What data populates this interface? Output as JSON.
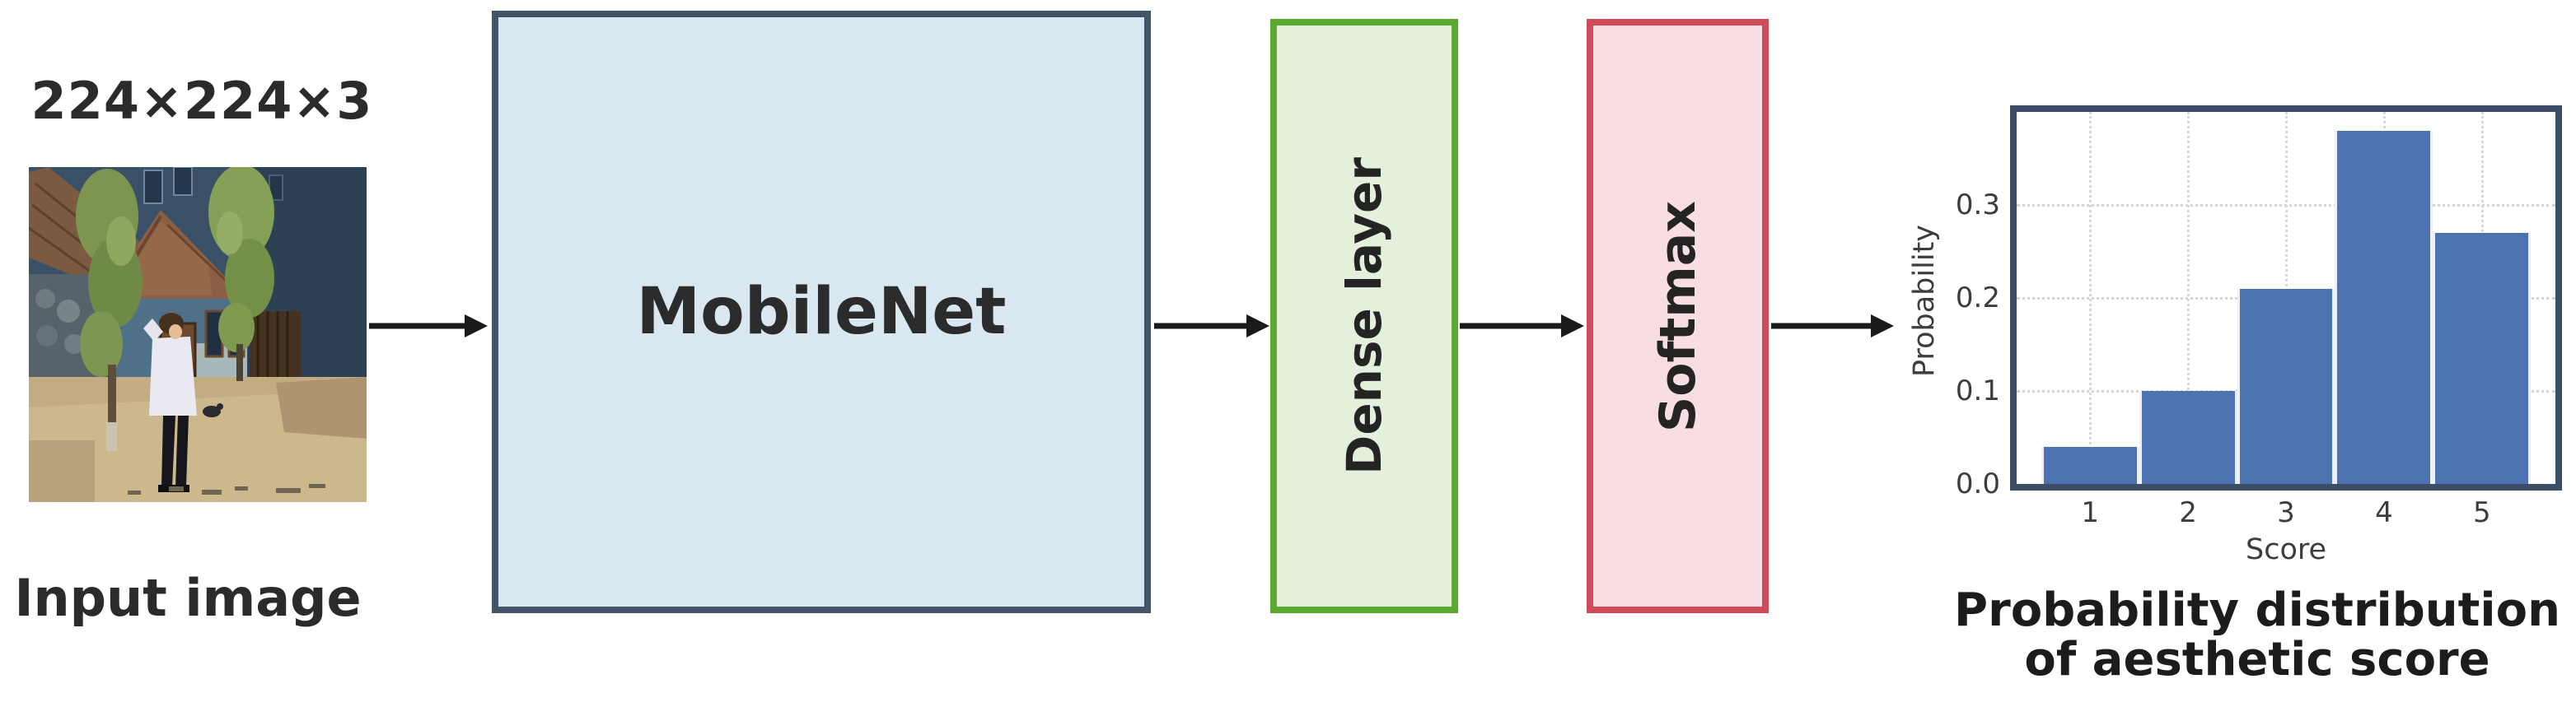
{
  "figure": {
    "input": {
      "dimensions_label": "224×224×3",
      "caption": "Input image"
    },
    "blocks": {
      "mobilenet_label": "MobileNet",
      "dense_label": "Dense layer",
      "softmax_label": "Softmax"
    },
    "output_caption": {
      "line1": "Probability distribution",
      "line2": "of aesthetic score"
    }
  },
  "chart_data": {
    "type": "bar",
    "title": "",
    "xlabel": "Score",
    "ylabel": "Probability",
    "categories": [
      1,
      2,
      3,
      4,
      5
    ],
    "values": [
      0.04,
      0.1,
      0.21,
      0.38,
      0.27
    ],
    "yticks": [
      0.0,
      0.1,
      0.2,
      0.3
    ],
    "ylim": [
      0,
      0.4
    ],
    "xlim": [
      0.25,
      5.75
    ],
    "grid": true,
    "legend_position": "none",
    "bar_color": "#4C72B0",
    "frame_color": "#3E4D66"
  },
  "colors": {
    "mobilenet_fill": "#D9E7F1",
    "mobilenet_border": "#44546A",
    "dense_fill": "#E3F1DC",
    "dense_border": "#5AAA32",
    "softmax_fill": "#F8DDE2",
    "softmax_border": "#CE4B59",
    "arrow": "#1A1A1A",
    "text": "#262626"
  }
}
